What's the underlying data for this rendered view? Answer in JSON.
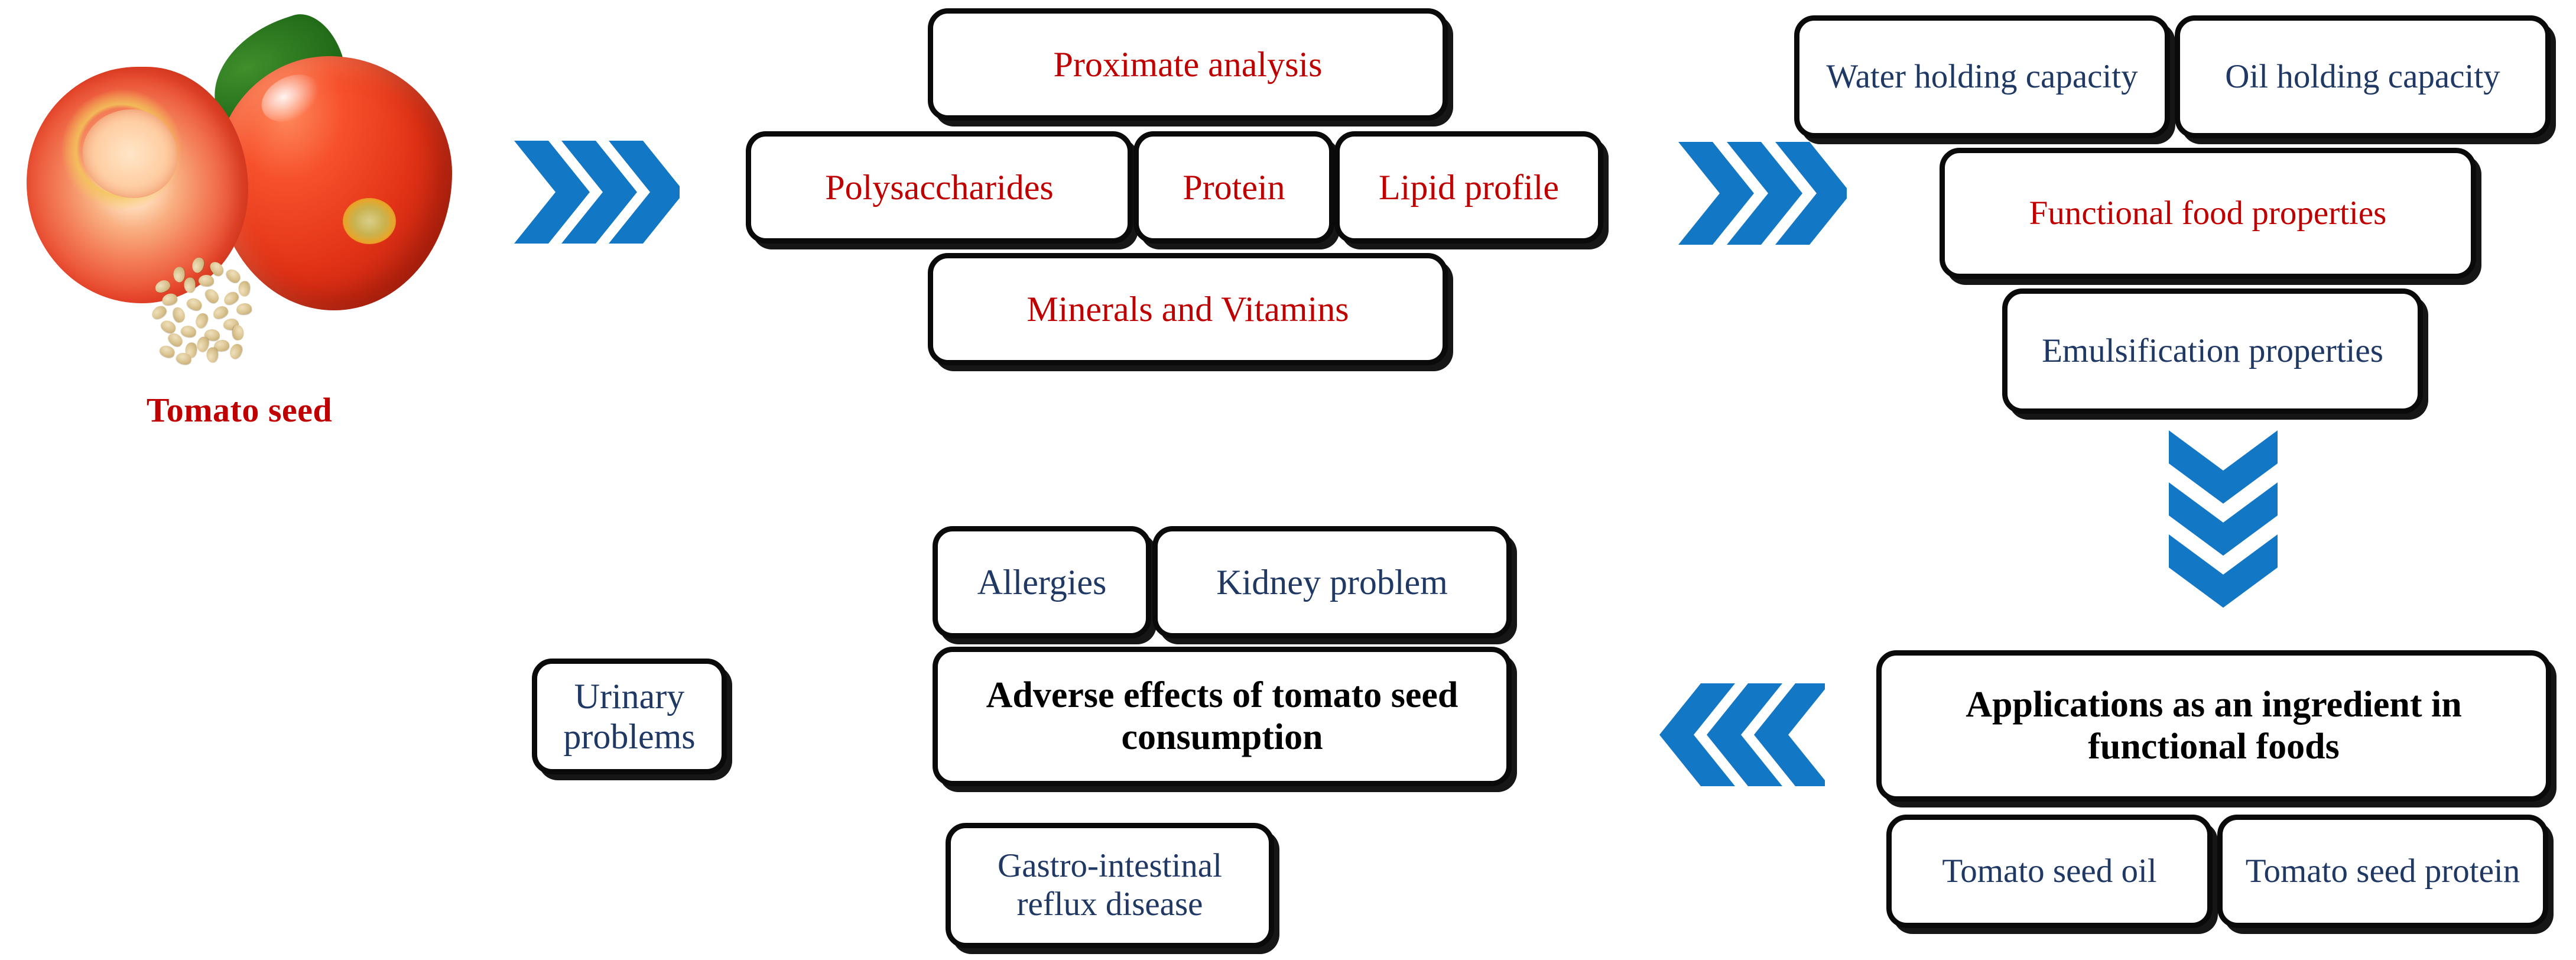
{
  "figure": {
    "title": "Tomato seed graphical abstract",
    "colors": {
      "red_text": "#C00000",
      "navy_text": "#1F3864",
      "black_text": "#000000",
      "arrow_blue": "#1277C4",
      "box_border": "#0A0A0A",
      "background": "#FFFFFF"
    }
  },
  "source": {
    "label": "Tomato seed",
    "image_alt": "Halved tomato, whole tomato and a pile of tomato seeds"
  },
  "arrows": [
    {
      "name": "arrow-source-to-composition",
      "direction": "right",
      "chevrons": 3
    },
    {
      "name": "arrow-composition-to-functional",
      "direction": "right",
      "chevrons": 3
    },
    {
      "name": "arrow-functional-to-applications",
      "direction": "down",
      "chevrons": 3
    },
    {
      "name": "arrow-applications-to-adverse",
      "direction": "left",
      "chevrons": 3
    }
  ],
  "groups": {
    "composition": {
      "center": "Proximate analysis",
      "items": [
        "Polysaccharides",
        "Protein",
        "Lipid profile",
        "Minerals and Vitamins"
      ]
    },
    "functional": {
      "center": "Functional food properties",
      "items": [
        "Water holding capacity",
        "Oil holding capacity",
        "Emulsification properties"
      ]
    },
    "applications": {
      "center": "Applications as an ingredient in functional foods",
      "items": [
        "Tomato seed oil",
        "Tomato seed protein"
      ]
    },
    "adverse": {
      "center": "Adverse effects of tomato seed consumption",
      "items": [
        "Allergies",
        "Kidney problem",
        "Urinary problems",
        "Gastro-intestinal reflux disease"
      ]
    }
  }
}
